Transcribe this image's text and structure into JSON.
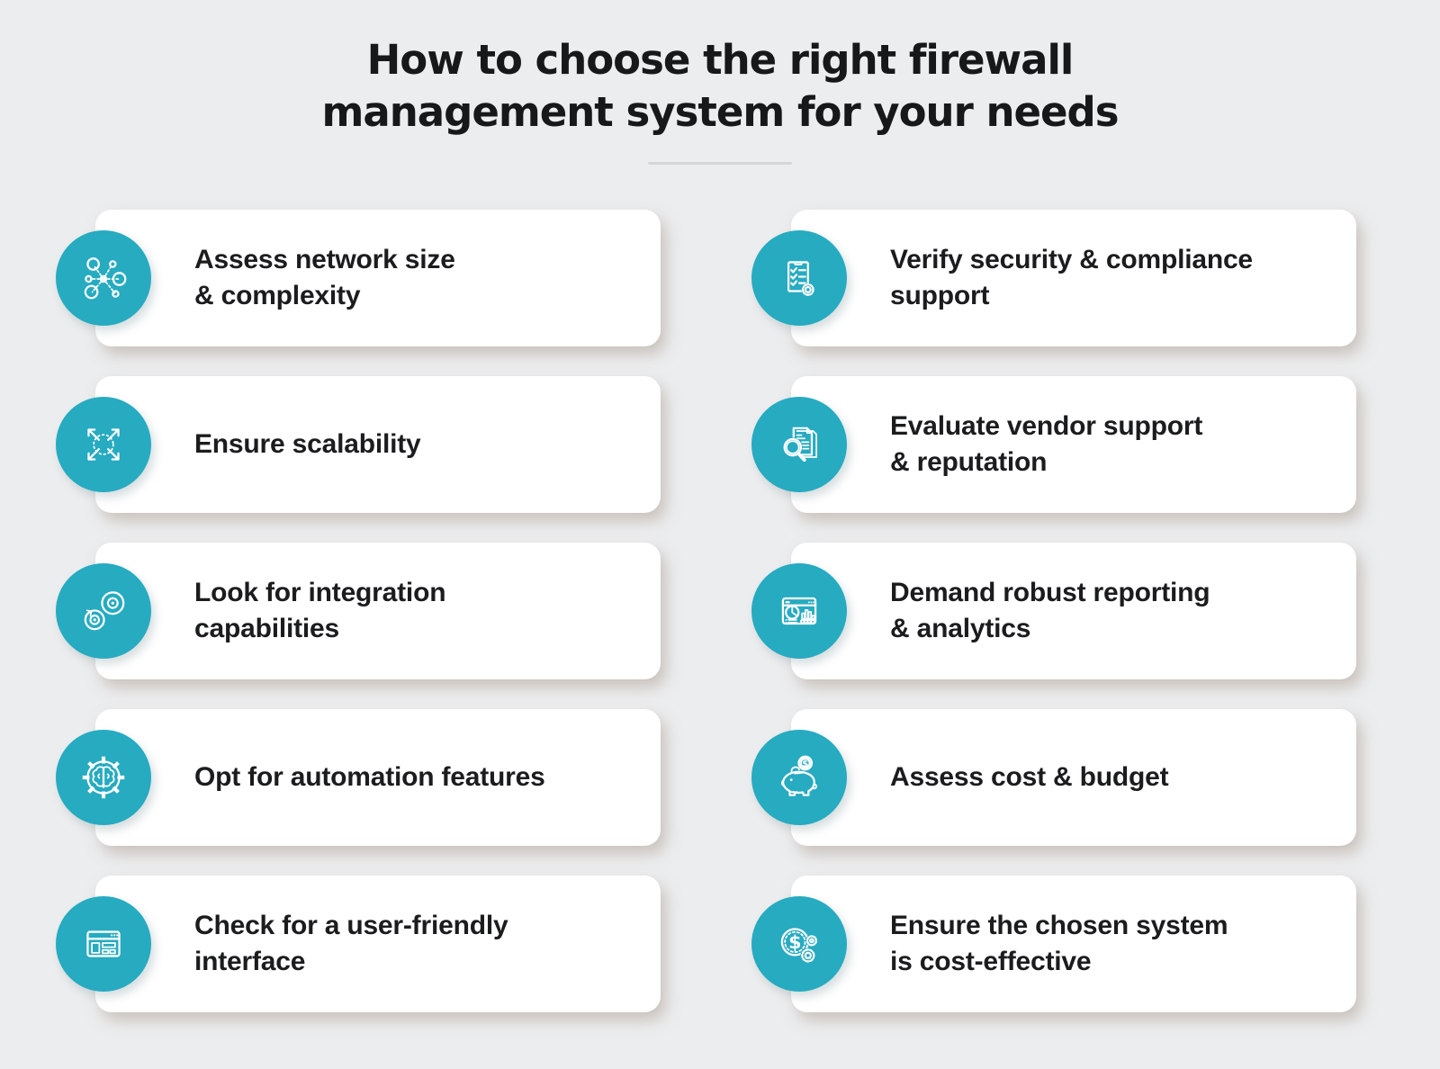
{
  "colors": {
    "background": "#ecedee",
    "card": "#ffffff",
    "accent": "#26abc1",
    "title_text": "#17181a",
    "card_text": "#1b1c1e",
    "divider": "#d6d6d8"
  },
  "glyphs": {
    "dollar": "$"
  },
  "title": {
    "line1": "How to choose the right firewall",
    "line2": "management system for your needs"
  },
  "cards": [
    {
      "icon": "network-nodes-icon",
      "line1": "Assess network size",
      "line2": "& complexity"
    },
    {
      "icon": "expand-arrows-icon",
      "line1": "Ensure scalability",
      "line2": ""
    },
    {
      "icon": "integration-gears-icon",
      "line1": "Look for integration",
      "line2": "capabilities"
    },
    {
      "icon": "automation-gear-brain-icon",
      "line1": "Opt for automation features",
      "line2": ""
    },
    {
      "icon": "browser-interface-icon",
      "line1": "Check for a user-friendly",
      "line2": "interface"
    },
    {
      "icon": "compliance-checklist-icon",
      "line1": "Verify security & compliance",
      "line2": "support"
    },
    {
      "icon": "magnifier-document-icon",
      "line1": "Evaluate vendor support",
      "line2": "& reputation"
    },
    {
      "icon": "analytics-dashboard-icon",
      "line1": "Demand robust reporting",
      "line2": "& analytics"
    },
    {
      "icon": "piggy-bank-icon",
      "line1": "Assess cost & budget",
      "line2": ""
    },
    {
      "icon": "dollar-gears-icon",
      "line1": "Ensure the chosen system",
      "line2": "is cost-effective"
    }
  ]
}
